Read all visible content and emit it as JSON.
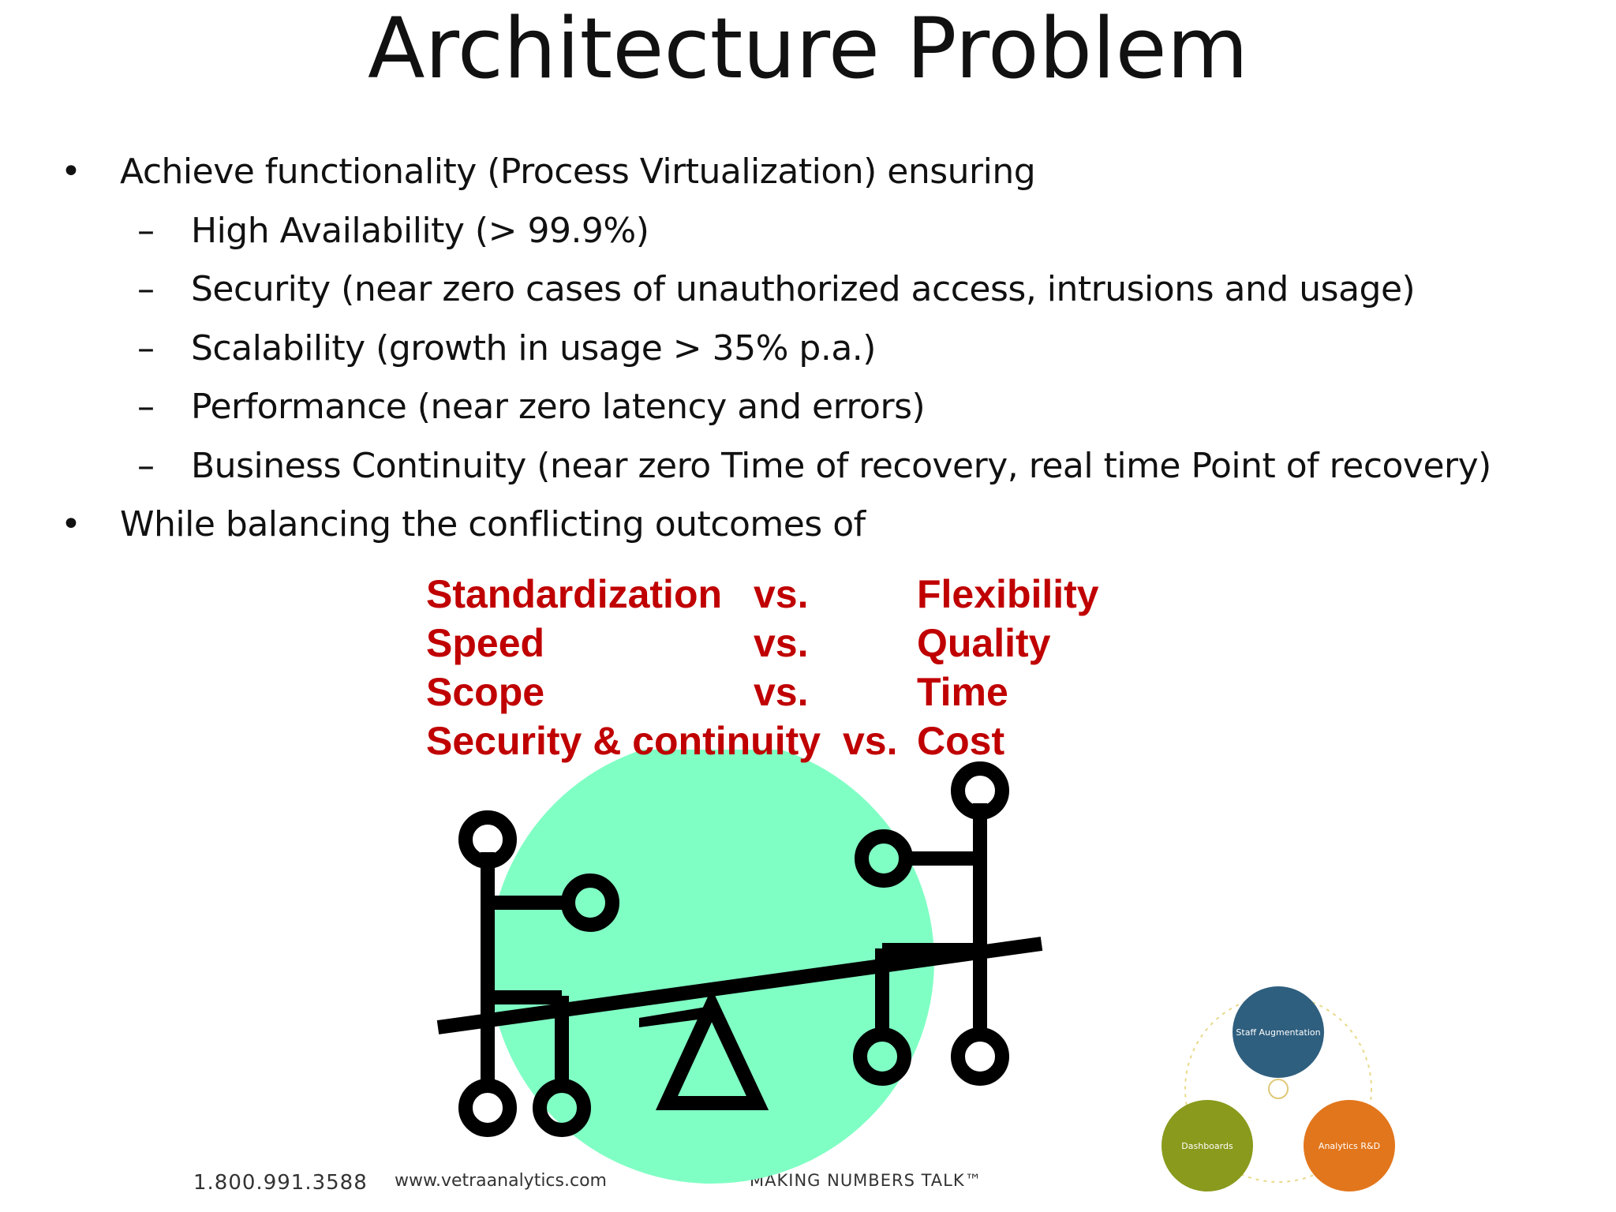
{
  "title": "Architecture Problem",
  "bullets": [
    {
      "level": 1,
      "marker": "•",
      "text": "Achieve functionality (Process Virtualization) ensuring"
    },
    {
      "level": 2,
      "marker": "–",
      "text": "High Availability (> 99.9%)"
    },
    {
      "level": 2,
      "marker": "–",
      "text": "Security (near zero cases of unauthorized access, intrusions and usage)"
    },
    {
      "level": 2,
      "marker": "–",
      "text": "Scalability (growth in usage > 35% p.a.)"
    },
    {
      "level": 2,
      "marker": "–",
      "text": "Performance (near zero latency and errors)"
    },
    {
      "level": 2,
      "marker": "–",
      "text": "Business Continuity (near zero Time of recovery, real time Point of recovery)"
    },
    {
      "level": 1,
      "marker": "•",
      "text": "While balancing the conflicting outcomes of"
    }
  ],
  "tradeoffs": [
    {
      "left": "Standardization",
      "vs": "vs.",
      "right": "Flexibility"
    },
    {
      "left": "Speed",
      "vs": "vs.",
      "right": "Quality"
    },
    {
      "left": "Scope",
      "vs": "vs.",
      "right": "Time"
    },
    {
      "left": "Security & continuity",
      "vs": "vs.",
      "right": "Cost"
    }
  ],
  "illustration": {
    "icon": "seesaw-balance-icon",
    "circle_color": "#80ffc4",
    "stroke_color": "#000000"
  },
  "footer": {
    "phone": "1.800.991.3588",
    "website": "www.vetraanalytics.com",
    "tagline": "MAKING NUMBERS TALK™"
  },
  "logo": {
    "nodes": [
      {
        "label": "Staff Augmentation",
        "color": "#2f5f7f"
      },
      {
        "label": "Dashboards",
        "color": "#8a9a1c"
      },
      {
        "label": "Analytics R&D",
        "color": "#e2761c"
      }
    ]
  }
}
